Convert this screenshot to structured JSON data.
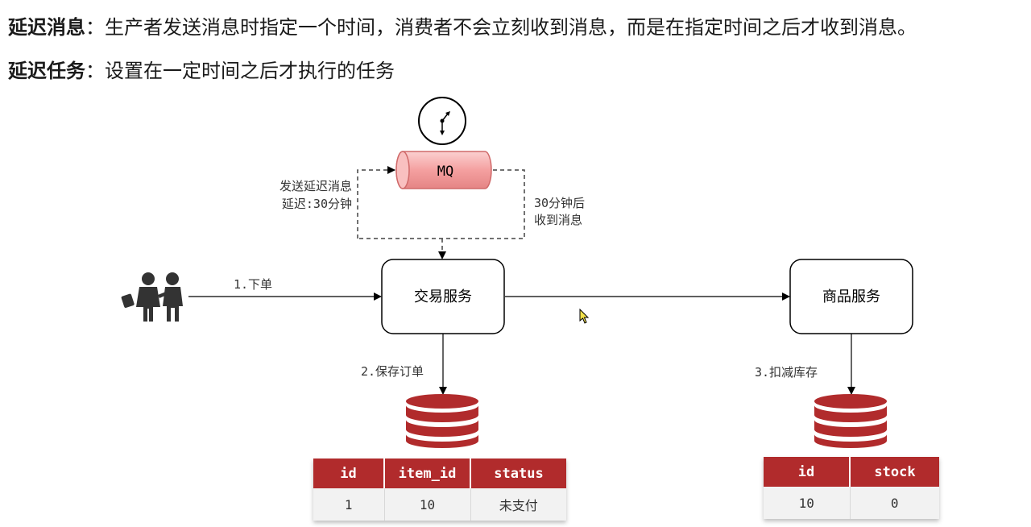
{
  "intro": {
    "delay_message_term": "延迟消息",
    "delay_message_desc": "：生产者发送消息时指定一个时间，消费者不会立刻收到消息，而是在指定时间之后才收到消息。",
    "delay_task_term": "延迟任务",
    "delay_task_desc": "：设置在一定时间之后才执行的任务"
  },
  "diagram": {
    "mq_label": "MQ",
    "send_label_line1": "发送延迟消息",
    "send_label_line2": "延迟:30分钟",
    "receive_label_line1": "30分钟后",
    "receive_label_line2": "收到消息",
    "order_step": "1.下单",
    "trade_service": "交易服务",
    "product_service": "商品服务",
    "save_step": "2.保存订单",
    "deduct_step": "3.扣减库存"
  },
  "orders_table": {
    "columns": [
      "id",
      "item_id",
      "status"
    ],
    "rows": [
      [
        "1",
        "10",
        "未支付"
      ]
    ]
  },
  "stock_table": {
    "columns": [
      "id",
      "stock"
    ],
    "rows": [
      [
        "10",
        "0"
      ]
    ]
  },
  "colors": {
    "accent_red": "#b12b2c",
    "mq_fill": "#f5a3a3"
  }
}
